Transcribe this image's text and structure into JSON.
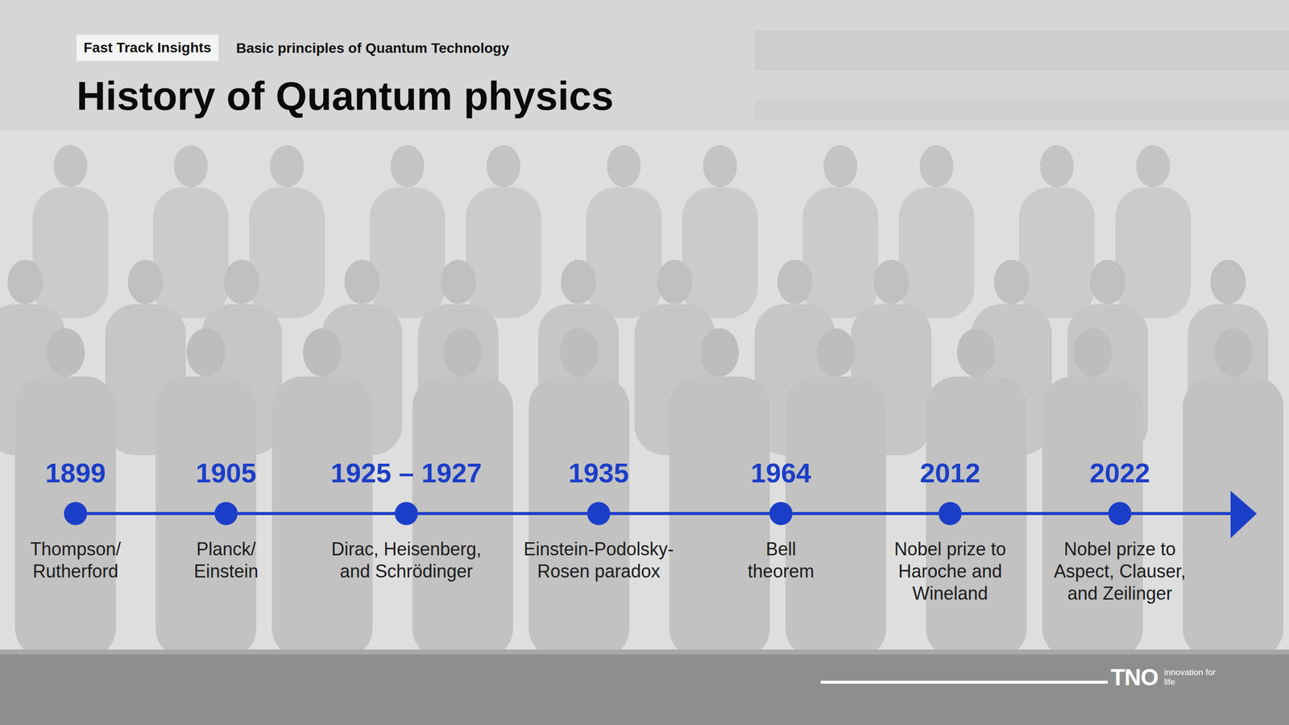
{
  "diagram": {
    "title": "History of Quantum physics",
    "nodes": [
      {
        "text": [
          "Fast Track Insights"
        ]
      },
      {
        "text": [
          "1899",
          "Thompson/ Rutherford"
        ]
      },
      {
        "text": [
          "1905",
          "Planck/ Einstein"
        ]
      },
      {
        "text": [
          "1925 – 1927",
          "Dirac, Heisenberg, and Schrödinger"
        ]
      },
      {
        "text": [
          "1935",
          "Einstein-Podolsky-Rosen paradox"
        ]
      },
      {
        "text": [
          "1964",
          "Bell theorem"
        ]
      },
      {
        "text": [
          "2012",
          "Nobel prize to Haroche and Wineland"
        ]
      },
      {
        "text": [
          "2022",
          "Nobel prize to Aspect, Clauser, and Zeilinger"
        ]
      }
    ],
    "edges": [
      {
        "from": 1,
        "to": 2,
        "arrow": "none"
      },
      {
        "from": 2,
        "to": 3,
        "arrow": "none"
      },
      {
        "from": 3,
        "to": 4,
        "arrow": "none"
      },
      {
        "from": 4,
        "to": 5,
        "arrow": "none"
      },
      {
        "from": 5,
        "to": 6,
        "arrow": "none"
      },
      {
        "from": 6,
        "to": 7,
        "arrow": "none"
      }
    ],
    "labels": [
      "Basic principles of Quantum Technology",
      "TNO",
      "innovation for life"
    ]
  }
}
